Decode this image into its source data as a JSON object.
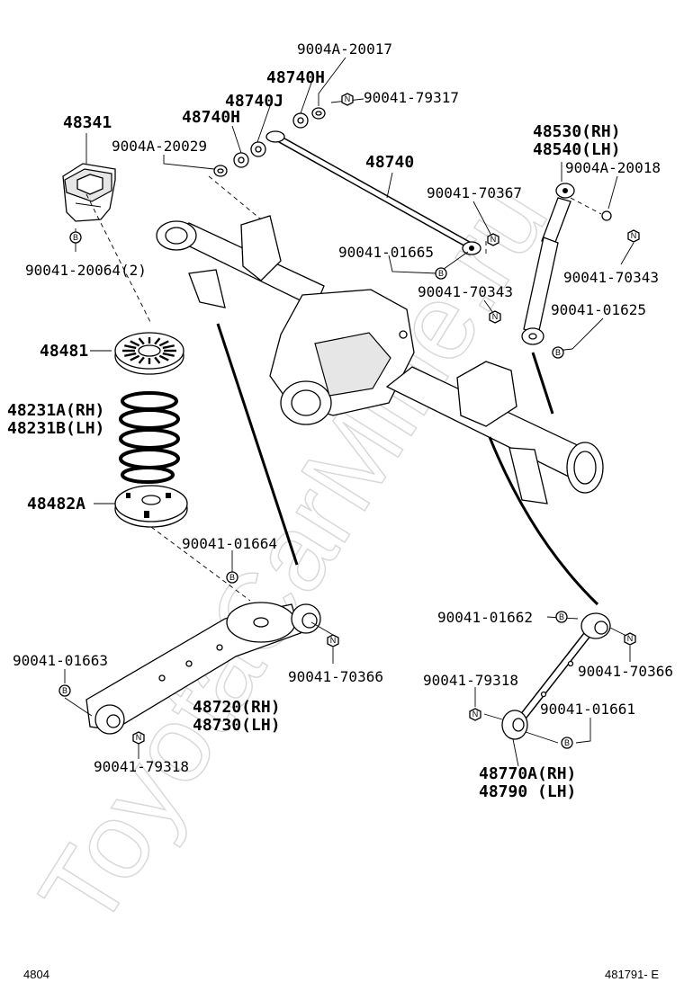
{
  "watermark": "ToyotaCarMine.ru",
  "footer": {
    "page_code": "4804",
    "figure_code": "481791- E"
  },
  "symbols": {
    "bolt": "B",
    "nut": "N"
  },
  "callouts": {
    "p9004A_20017": "9004A-20017",
    "p48740H_top": "48740H",
    "p48740J": "48740J",
    "p90041_79317": "90041-79317",
    "p48740H_mid": "48740H",
    "p9004A_20029": "9004A-20029",
    "p48740": "48740",
    "p48341": "48341",
    "p90041_20064": "90041-20064(2)",
    "p48530": "48530(RH)",
    "p48540": "48540(LH)",
    "p9004A_20018": "9004A-20018",
    "p90041_70367": "90041-70367",
    "p90041_01665": "90041-01665",
    "p90041_70343_right": "90041-70343",
    "p90041_70343_mid": "90041-70343",
    "p90041_01625": "90041-01625",
    "p48481": "48481",
    "p48231A": "48231A(RH)",
    "p48231B": "48231B(LH)",
    "p48482A": "48482A",
    "p90041_01664": "90041-01664",
    "p90041_01662": "90041-01662",
    "p90041_01663": "90041-01663",
    "p90041_70366_mid": "90041-70366",
    "p90041_70366_right": "90041-70366",
    "p48720": "48720(RH)",
    "p48730": "48730(LH)",
    "p90041_79318_left": "90041-79318",
    "p90041_79318_right": "90041-79318",
    "p90041_01661": "90041-01661",
    "p48770A": "48770A(RH)",
    "p48790": "48790 (LH)"
  }
}
